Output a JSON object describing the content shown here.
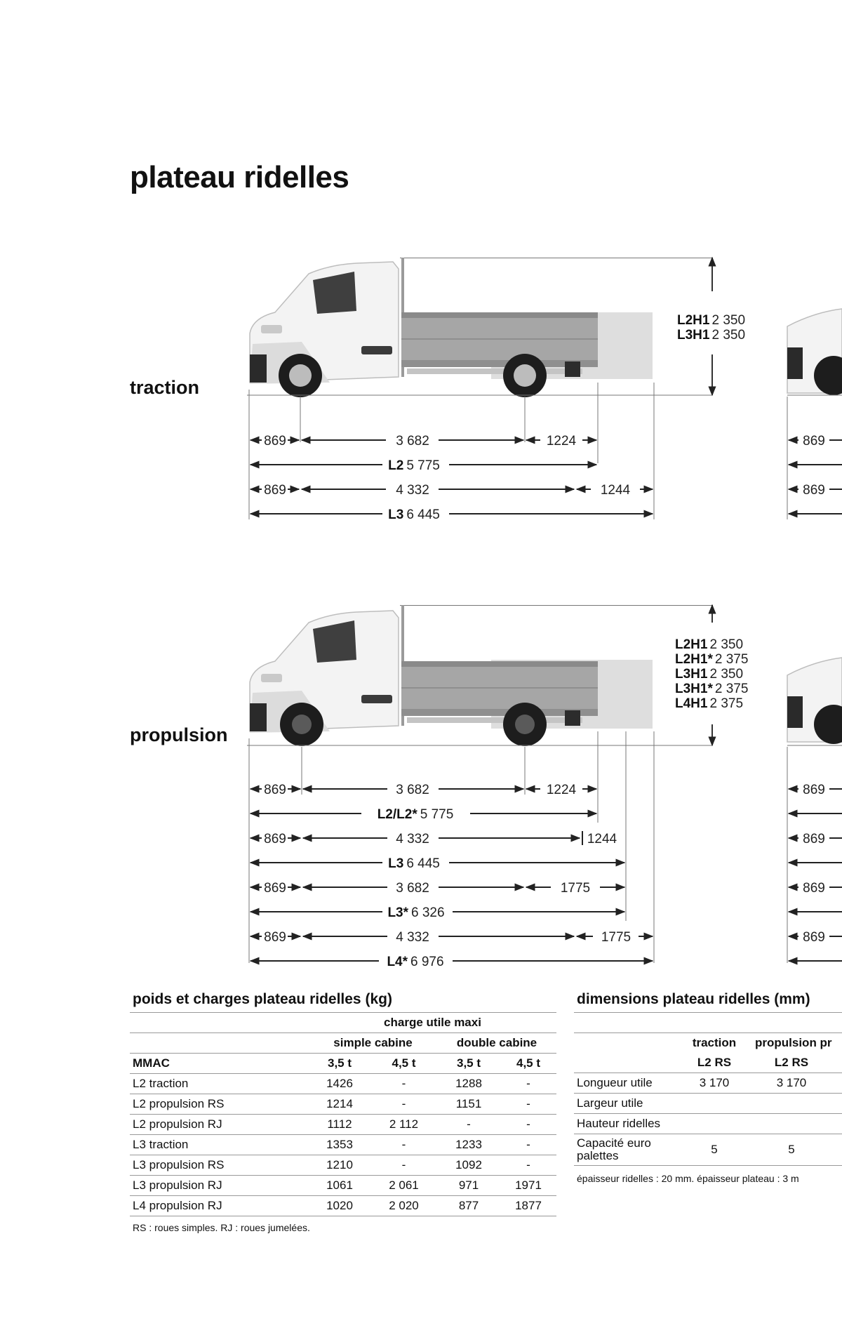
{
  "page_title": "plateau ridelles",
  "sections": {
    "traction": {
      "label": "traction",
      "heights": [
        {
          "code": "L2H1",
          "value": "2 350"
        },
        {
          "code": "L3H1",
          "value": "2 350"
        }
      ],
      "dims": {
        "r1": {
          "a": "869",
          "b": "3 682",
          "c": "1224"
        },
        "r2": {
          "code": "L2",
          "value": "5 775"
        },
        "r3": {
          "a": "869",
          "b": "4 332",
          "c": "1244"
        },
        "r4": {
          "code": "L3",
          "value": "6 445"
        }
      },
      "right": [
        "869",
        "869"
      ]
    },
    "propulsion": {
      "label": "propulsion",
      "heights": [
        {
          "code": "L2H1",
          "value": "2 350"
        },
        {
          "code": "L2H1*",
          "value": "2 375"
        },
        {
          "code": "L3H1",
          "value": "2 350"
        },
        {
          "code": "L3H1*",
          "value": "2 375"
        },
        {
          "code": "L4H1",
          "value": "2 375"
        }
      ],
      "dims": {
        "r1": {
          "a": "869",
          "b": "3 682",
          "c": "1224"
        },
        "r2": {
          "code": "L2/L2*",
          "value": "5 775"
        },
        "r3": {
          "a": "869",
          "b": "4 332",
          "c": "1244"
        },
        "r4": {
          "code": "L3",
          "value": "6 445"
        },
        "r5": {
          "a": "869",
          "b": "3 682",
          "c": "1775"
        },
        "r6": {
          "code": "L3*",
          "value": "6 326"
        },
        "r7": {
          "a": "869",
          "b": "4 332",
          "c": "1775"
        },
        "r8": {
          "code": "L4*",
          "value": "6 976"
        }
      },
      "right": [
        "869",
        "869",
        "869",
        "869"
      ]
    }
  },
  "weights_table": {
    "title": "poids et charges plateau ridelles (kg)",
    "group_header": "charge utile maxi",
    "sub_headers": [
      "simple cabine",
      "double cabine"
    ],
    "mmac_label": "MMAC",
    "mmac_values": [
      "3,5 t",
      "4,5 t",
      "3,5 t",
      "4,5 t"
    ],
    "rows": [
      {
        "label": "L2 traction",
        "values": [
          "1426",
          "-",
          "1288",
          "-"
        ]
      },
      {
        "label": "L2 propulsion RS",
        "values": [
          "1214",
          "-",
          "1151",
          "-"
        ]
      },
      {
        "label": "L2 propulsion RJ",
        "values": [
          "1112",
          "2 112",
          "-",
          "-"
        ]
      },
      {
        "label": "L3 traction",
        "values": [
          "1353",
          "-",
          "1233",
          "-"
        ]
      },
      {
        "label": "L3 propulsion RS",
        "values": [
          "1210",
          "-",
          "1092",
          "-"
        ]
      },
      {
        "label": "L3 propulsion RJ",
        "values": [
          "1061",
          "2 061",
          "971",
          "1971"
        ]
      },
      {
        "label": "L4 propulsion RJ",
        "values": [
          "1020",
          "2 020",
          "877",
          "1877"
        ]
      }
    ],
    "note": "RS : roues simples. RJ : roues jumelées."
  },
  "dims_table": {
    "title": "dimensions plateau ridelles (mm)",
    "headers": [
      "traction",
      "propulsion pr"
    ],
    "sub_headers": [
      "L2 RS",
      "L2 RS"
    ],
    "rows": [
      {
        "label": "Longueur utile",
        "values": [
          "3 170",
          "3 170"
        ]
      },
      {
        "label": "Largeur utile",
        "values": [
          "",
          ""
        ]
      },
      {
        "label": "Hauteur ridelles",
        "values": [
          "",
          ""
        ]
      },
      {
        "label": "Capacité euro palettes",
        "values": [
          "5",
          "5"
        ]
      }
    ],
    "note": "épaisseur ridelles : 20 mm. épaisseur plateau : 3 m"
  }
}
